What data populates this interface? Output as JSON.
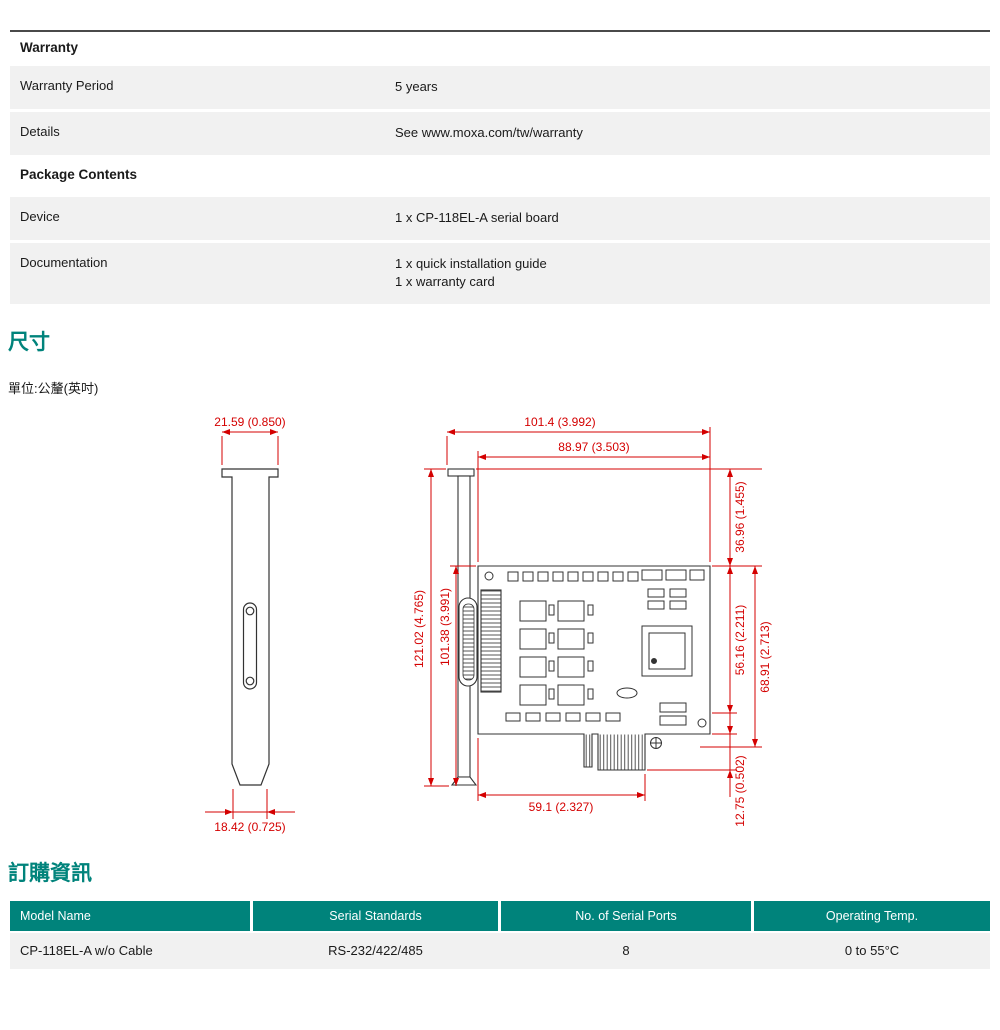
{
  "spec_rows": [
    {
      "label": "Warranty"
    },
    {
      "label": "Warranty Period",
      "value": "5 years"
    },
    {
      "label": "Details",
      "value": "See www.moxa.com/tw/warranty"
    },
    {
      "label": "Package Contents"
    },
    {
      "label": "Device",
      "value": "1 x CP-118EL-A serial board"
    },
    {
      "label": "Documentation",
      "value": "1 x quick installation guide",
      "value2": "1 x warranty card"
    }
  ],
  "dimensions": {
    "title": "尺寸",
    "unit_note": "單位:公釐(英吋)",
    "dims": {
      "bracket_top_width": "21.59 (0.850)",
      "bracket_bottom_width": "18.42 (0.725)",
      "total_width": "101.4 (3.992)",
      "pcb_width": "88.97 (3.503)",
      "total_height": "121.02 (4.765)",
      "pcb_height": "101.38 (3.991)",
      "top_section_height": "36.96 (1.455)",
      "connector_section_height": "56.16 (2.211)",
      "right_section_height": "68.91 (2.713)",
      "goldfinger_height": "12.75 (0.502)",
      "bottom_width": "59.1 (2.327)"
    }
  },
  "ordering": {
    "title": "訂購資訊",
    "headers": [
      "Model Name",
      "Serial Standards",
      "No. of Serial Ports",
      "Operating Temp."
    ],
    "rows": [
      [
        "CP-118EL-A w/o Cable",
        "RS-232/422/485",
        "8",
        "0 to 55°C"
      ]
    ]
  },
  "colors": {
    "accent_teal": "#00837B",
    "dimension_red": "#D40000",
    "row_gray": "#F1F1F1"
  }
}
